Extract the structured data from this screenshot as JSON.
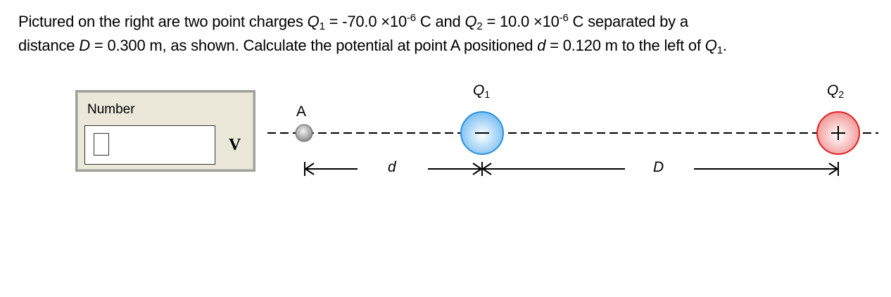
{
  "problem": {
    "text_part1": "Pictured on the right are two point charges ",
    "q1_symbol": "Q",
    "q1_sub": "1",
    "q1_eq": " = -70.0 ×10",
    "q1_exp": "-6",
    "q1_unit": " C and ",
    "q2_symbol": "Q",
    "q2_sub": "2",
    "q2_eq": " = 10.0 ×10",
    "q2_exp": "-6",
    "q2_unit": " C separated by a",
    "line2_a": "distance ",
    "D_symbol": "D",
    "D_eq": " = 0.300 m, as shown. Calculate the potential at point A positioned ",
    "d_symbol": "d",
    "d_eq": " = 0.120 m to the left of ",
    "end_symbol": "Q",
    "end_sub": "1",
    "end_punct": "."
  },
  "answer": {
    "label": "Number",
    "value": "",
    "unit": "V"
  },
  "diagram": {
    "point_a_label": "A",
    "q1_label": "Q",
    "q1_label_sub": "1",
    "q1_sign": "−",
    "q2_label": "Q",
    "q2_label_sub": "2",
    "q2_sign": "+",
    "d_label": "d",
    "D_label": "D",
    "colors": {
      "q1_fill": "#7ec4f5",
      "q1_stroke": "#2a8fe0",
      "q2_fill": "#f59a9a",
      "q2_stroke": "#e02020",
      "point_a": "#9a9a9a"
    }
  }
}
